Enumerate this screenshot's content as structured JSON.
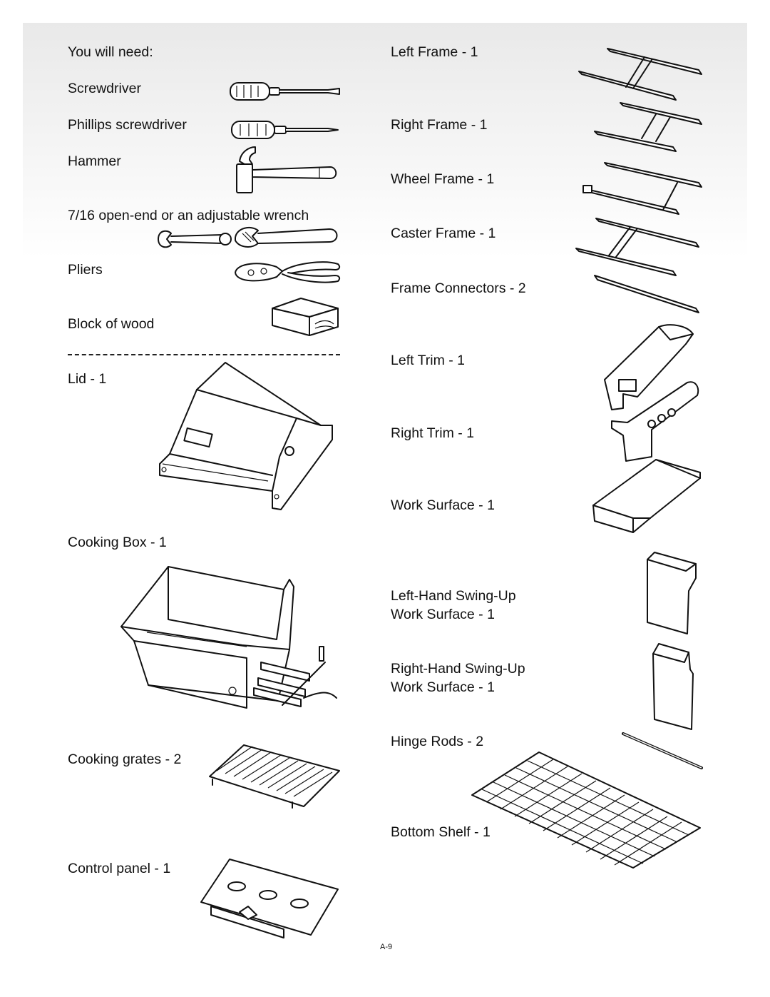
{
  "tools": {
    "heading": "You will need:",
    "items": [
      {
        "label": "Screwdriver",
        "icon": "screwdriver-icon"
      },
      {
        "label": "Phillips screwdriver",
        "icon": "phillips-screwdriver-icon"
      },
      {
        "label": "Hammer",
        "icon": "hammer-icon"
      },
      {
        "label": "7/16 open-end or an adjustable wrench",
        "icon": "wrench-icon"
      },
      {
        "label": "Pliers",
        "icon": "pliers-icon"
      },
      {
        "label": "Block of wood",
        "icon": "wood-block-icon"
      }
    ]
  },
  "parts_left": [
    {
      "label": "Lid - 1",
      "icon": "lid-icon"
    },
    {
      "label": "Cooking Box - 1",
      "icon": "cooking-box-icon"
    },
    {
      "label": "Cooking grates - 2",
      "icon": "cooking-grates-icon"
    },
    {
      "label": "Control panel - 1",
      "icon": "control-panel-icon"
    }
  ],
  "parts_right": [
    {
      "label": "Left Frame  - 1",
      "icon": "left-frame-icon"
    },
    {
      "label": "Right Frame - 1",
      "icon": "right-frame-icon"
    },
    {
      "label": "Wheel Frame - 1",
      "icon": "wheel-frame-icon"
    },
    {
      "label": "Caster Frame - 1",
      "icon": "caster-frame-icon"
    },
    {
      "label": "Frame Connectors - 2",
      "icon": "frame-connector-icon"
    },
    {
      "label": "Left Trim - 1",
      "icon": "left-trim-icon"
    },
    {
      "label": "Right Trim - 1",
      "icon": "right-trim-icon"
    },
    {
      "label": "Work Surface - 1",
      "icon": "work-surface-icon"
    },
    {
      "label": "Left-Hand Swing-Up",
      "icon": "left-swing-up-icon"
    },
    {
      "label": "Work Surface - 1",
      "icon": ""
    },
    {
      "label": "Right-Hand Swing-Up",
      "icon": "right-swing-up-icon"
    },
    {
      "label": "Work Surface - 1",
      "icon": ""
    },
    {
      "label": "Hinge Rods - 2",
      "icon": "hinge-rod-icon"
    },
    {
      "label": "Bottom Shelf - 1",
      "icon": "bottom-shelf-icon"
    }
  ],
  "page_number": "A-9"
}
